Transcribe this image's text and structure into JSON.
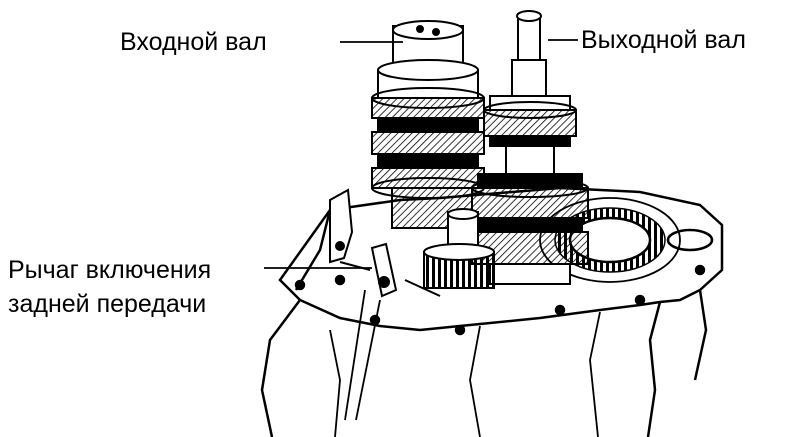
{
  "diagram": {
    "labels": {
      "input_shaft": "Входной вал",
      "output_shaft": "Выходной вал",
      "reverse_lever_line1": "Рычаг включения",
      "reverse_lever_line2": "задней передачи"
    },
    "colors": {
      "ink": "#000000",
      "background": "#ffffff"
    }
  }
}
